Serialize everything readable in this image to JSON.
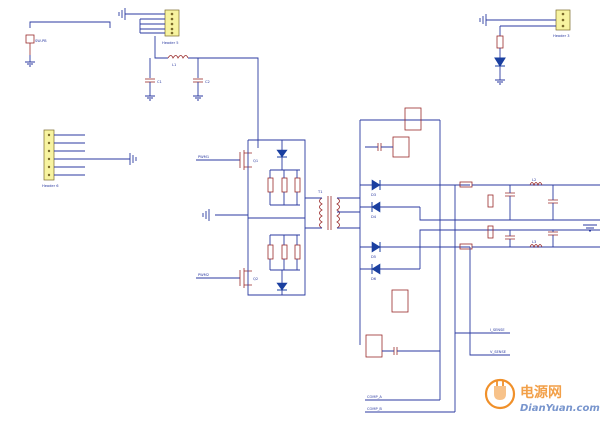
{
  "labels": {
    "header_top": "Header 5",
    "header_top_right": "Header 3",
    "header_left": "Header 6",
    "switch": "SW-PB",
    "inductor": "L1",
    "cap1": "C1",
    "cap2": "C2",
    "pwm1": "PWM1",
    "pwm2": "PWM2",
    "mosfet1": "Q1",
    "mosfet2": "Q2",
    "transformer": "T1",
    "diode_a": "D3",
    "diode_b": "D4",
    "diode_c": "D5",
    "diode_d": "D6",
    "choke1": "L2",
    "choke2": "L3",
    "sense1": "I_SENSE",
    "sense2": "V_SENSE",
    "comp1": "COMP_A",
    "comp2": "COMP_B"
  },
  "watermark": {
    "title": "电源网",
    "url": "DianYuan.com"
  },
  "colors": {
    "wire": "#2b3aa0",
    "part": "#9a2a2a",
    "header_fill": "#f7f3a0",
    "watermark_orange": "#f0902a",
    "watermark_blue": "#6a8ac8"
  }
}
